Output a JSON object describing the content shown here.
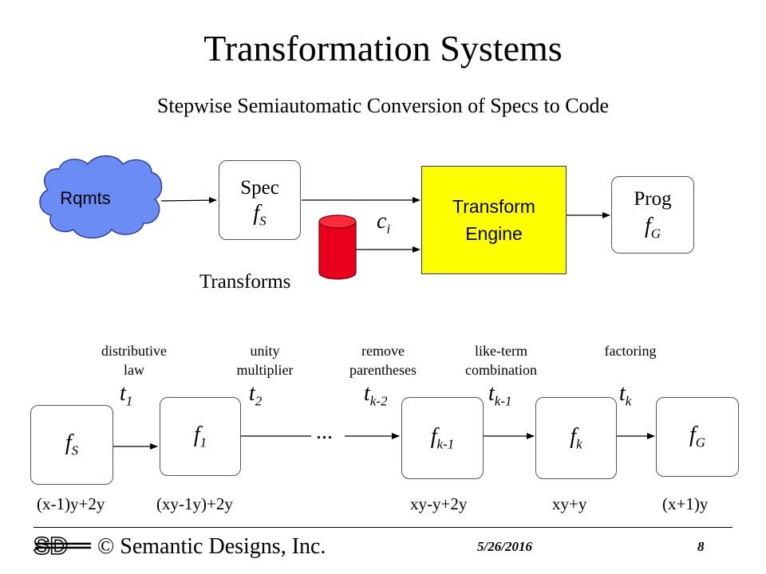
{
  "slide": {
    "title": "Transformation Systems",
    "subtitle": "Stepwise Semiautomatic Conversion of Specs to Code"
  },
  "top_diagram": {
    "rqmts": "Rqmts",
    "spec": {
      "label": "Spec",
      "f": "f",
      "sub": "S"
    },
    "engine": {
      "line1": "Transform",
      "line2": "Engine"
    },
    "prog": {
      "label": "Prog",
      "f": "f",
      "sub": "G"
    },
    "ci": {
      "c": "c",
      "sub": "i"
    },
    "transforms": "Transforms",
    "colors": {
      "cloud": "#6b8cf5",
      "cylinder": "#e8001c",
      "engine": "#ffff00"
    }
  },
  "steps": [
    {
      "line1": "distributive",
      "line2": "law",
      "t": "t",
      "t_sub": "1"
    },
    {
      "line1": "unity",
      "line2": "multiplier",
      "t": "t",
      "t_sub": "2"
    },
    {
      "line1": "remove",
      "line2": "parentheses",
      "t": "t",
      "t_sub": "k-2"
    },
    {
      "line1": "like-term",
      "line2": "combination",
      "t": "t",
      "t_sub": "k-1"
    },
    {
      "line1": "factoring",
      "line2": "",
      "t": "t",
      "t_sub": "k"
    }
  ],
  "stages": [
    {
      "f": "f",
      "sub": "S",
      "formula": "(x-1)y+2y"
    },
    {
      "f": "f",
      "sub": "1",
      "formula": "(xy-1y)+2y"
    },
    {
      "f": "f",
      "sub": "k-1",
      "formula": "xy-y+2y"
    },
    {
      "f": "f",
      "sub": "k",
      "formula": "xy+y"
    },
    {
      "f": "f",
      "sub": "G",
      "formula": "(x+1)y"
    }
  ],
  "ellipsis": "...",
  "footer": {
    "logo": "SD",
    "company": "© Semantic Designs, Inc.",
    "date": "5/26/2016",
    "page": "8"
  }
}
